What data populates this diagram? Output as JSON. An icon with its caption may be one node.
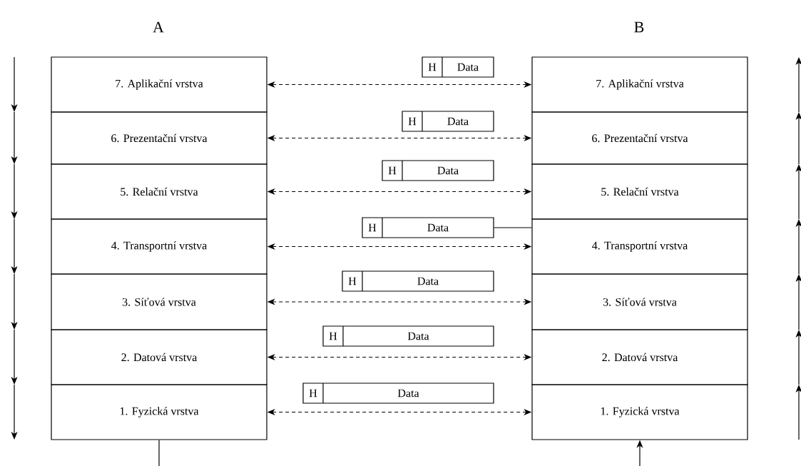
{
  "diagram": {
    "nodes": [
      {
        "text": [
          "7. Aplikační vrstva"
        ]
      },
      {
        "text": [
          "6. Prezentační vrstva"
        ]
      },
      {
        "text": [
          "5. Relační vrstva"
        ]
      },
      {
        "text": [
          "4. Transportní vrstva"
        ]
      },
      {
        "text": [
          "3. Síťová vrstva"
        ]
      },
      {
        "text": [
          "2. Datová vrstva"
        ]
      },
      {
        "text": [
          "1. Fyzická vrstva"
        ]
      },
      {
        "text": [
          "H",
          "Data"
        ]
      },
      {
        "text": [
          "H",
          "Data"
        ]
      },
      {
        "text": [
          "H",
          "Data"
        ]
      },
      {
        "text": [
          "H",
          "Data"
        ]
      },
      {
        "text": [
          "H",
          "Data"
        ]
      },
      {
        "text": [
          "H",
          "Data"
        ]
      },
      {
        "text": [
          "H",
          "Data"
        ]
      },
      {
        "text": [
          "7. Aplikační vrstva"
        ]
      },
      {
        "text": [
          "6. Prezentační vrstva"
        ]
      },
      {
        "text": [
          "5. Relační vrstva"
        ]
      },
      {
        "text": [
          "4. Transportní vrstva"
        ]
      },
      {
        "text": [
          "3. Síťová vrstva"
        ]
      },
      {
        "text": [
          "2. Datová vrstva"
        ]
      },
      {
        "text": [
          "1. Fyzická vrstva"
        ]
      }
    ],
    "edges": [
      {
        "from": 0,
        "to": 14,
        "arrow": "both",
        "style": "dashed"
      },
      {
        "from": 1,
        "to": 15,
        "arrow": "both",
        "style": "dashed"
      },
      {
        "from": 2,
        "to": 16,
        "arrow": "both",
        "style": "dashed"
      },
      {
        "from": 3,
        "to": 17,
        "arrow": "both",
        "style": "dashed"
      },
      {
        "from": 4,
        "to": 18,
        "arrow": "both",
        "style": "dashed"
      },
      {
        "from": 5,
        "to": 19,
        "arrow": "both",
        "style": "dashed"
      },
      {
        "from": 6,
        "to": 20,
        "arrow": "both",
        "style": "dashed"
      },
      {
        "from": 10,
        "to": 17,
        "arrow": "none"
      },
      {
        "from": 6,
        "to": null,
        "arrow": "none"
      },
      {
        "from": null,
        "to": 20,
        "arrow": "to"
      }
    ],
    "labels": [
      "A",
      "B"
    ]
  }
}
